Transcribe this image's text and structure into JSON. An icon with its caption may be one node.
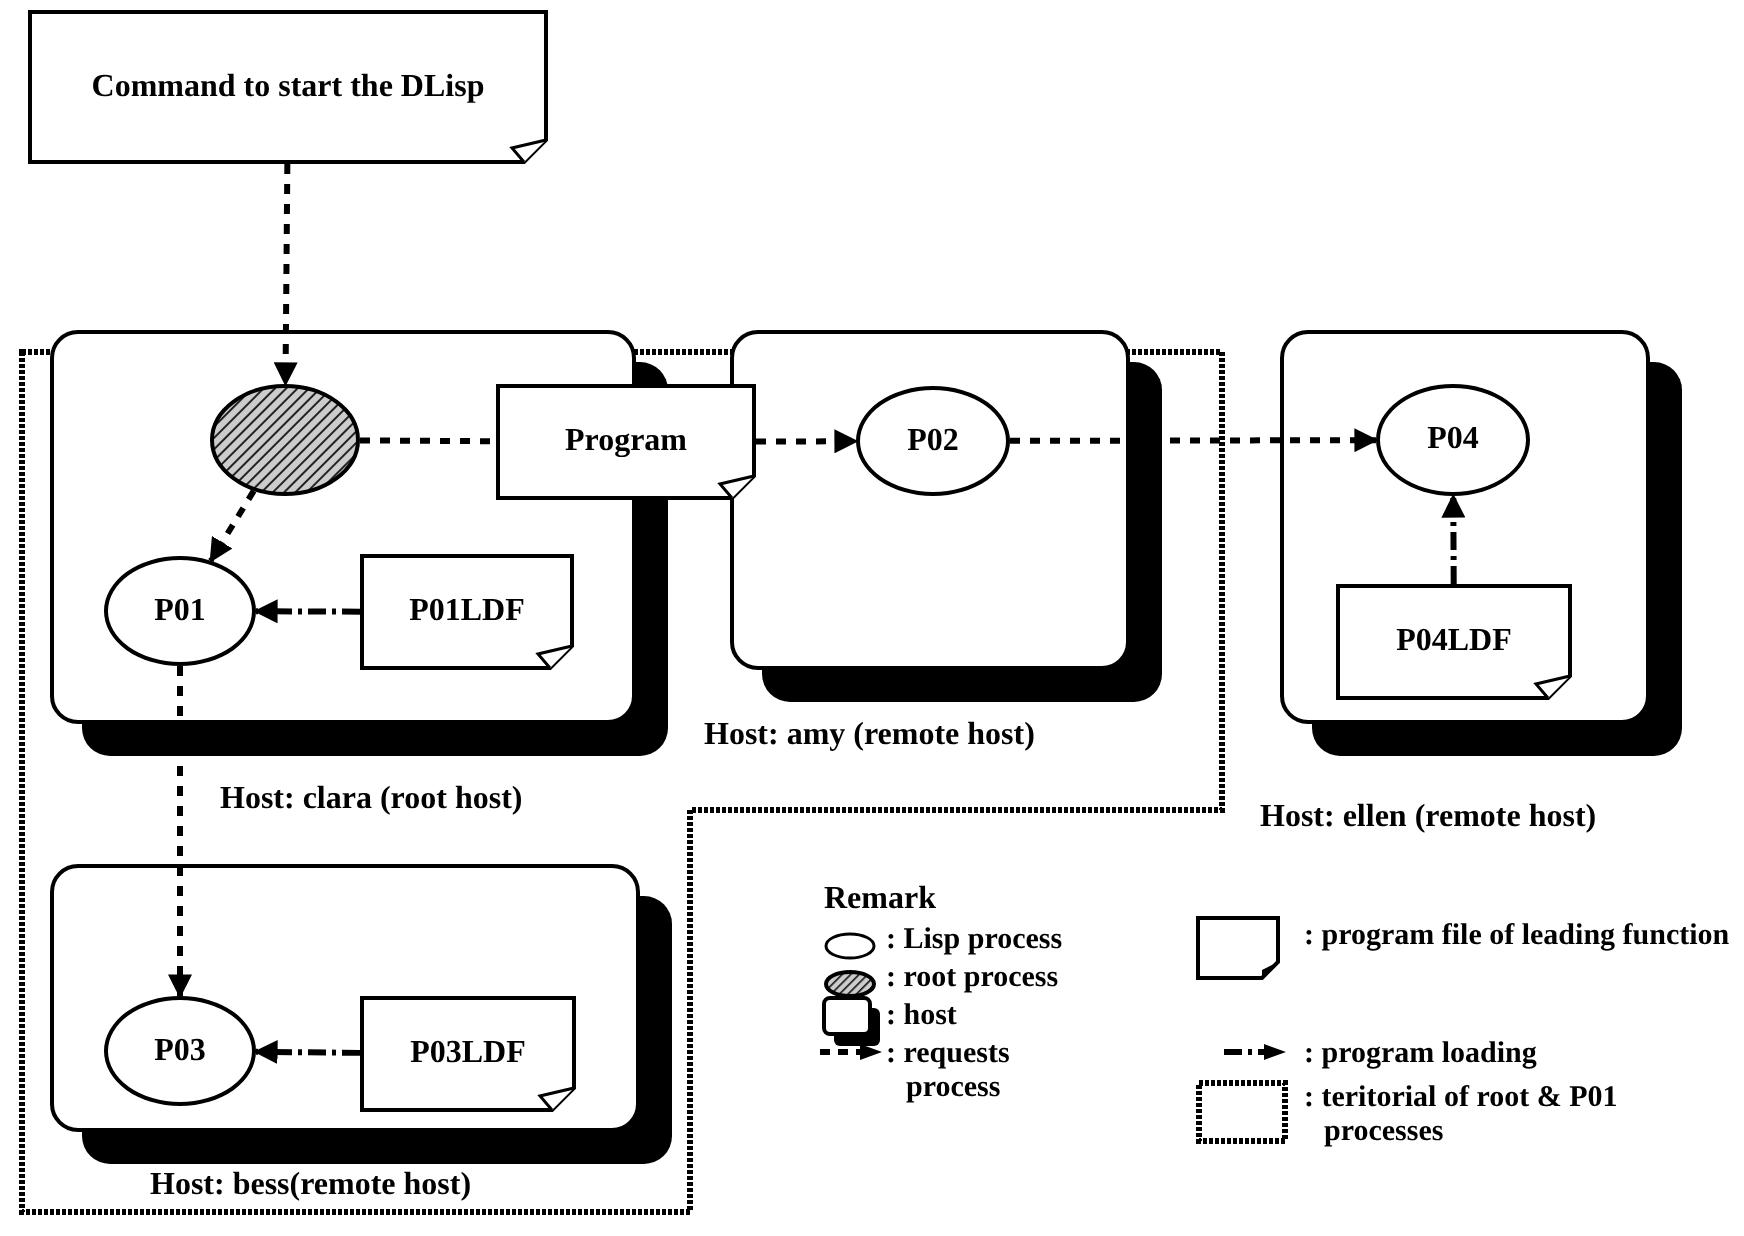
{
  "diagram": {
    "nodes": [
      {
        "text": [
          "Command to start the DLisp"
        ]
      },
      {
        "text": [
          "Host: clara (root host)"
        ]
      },
      {
        "text": [],
        "shape": "ellipse",
        "in": 1
      },
      {
        "text": [
          "Program"
        ]
      },
      {
        "text": [
          "P01"
        ],
        "in": 1
      },
      {
        "text": [
          "P01LDF"
        ],
        "in": 1
      },
      {
        "text": [
          "Host: amy (remote host)"
        ]
      },
      {
        "text": [
          "P02"
        ],
        "in": 6
      },
      {
        "text": [
          "Host: ellen (remote host)"
        ]
      },
      {
        "text": [
          "P04"
        ],
        "in": 8
      },
      {
        "text": [
          "P04LDF"
        ],
        "in": 8
      },
      {
        "text": [
          "Host: bess(remote host)"
        ]
      },
      {
        "text": [
          "P03"
        ],
        "in": 11
      },
      {
        "text": [
          "P03LDF"
        ],
        "in": 11
      }
    ],
    "edges": [
      {
        "from": 0,
        "to": 2,
        "arrow": "to",
        "style": "dashed"
      },
      {
        "from": 2,
        "to": 3,
        "arrow": "none",
        "style": "dashed"
      },
      {
        "from": 3,
        "to": 7,
        "arrow": "to",
        "style": "dashed"
      },
      {
        "from": 7,
        "to": 9,
        "arrow": "to",
        "style": "dashed"
      },
      {
        "from": 2,
        "to": 4,
        "arrow": "to",
        "style": "dashed"
      },
      {
        "from": 5,
        "to": 4,
        "arrow": "to"
      },
      {
        "from": 4,
        "to": 12,
        "arrow": "to",
        "style": "dashed"
      },
      {
        "from": 13,
        "to": 12,
        "arrow": "to"
      },
      {
        "from": 10,
        "to": 9,
        "arrow": "to"
      }
    ],
    "labels": [
      "Remark"
    ],
    "legend": [
      {
        "text": ": Lisp process"
      },
      {
        "text": ": root process"
      },
      {
        "text": ": host"
      },
      {
        "text": ": requests process"
      },
      {
        "text": ": program file of leading function"
      },
      {
        "text": ": program loading"
      },
      {
        "text": ": teritorial of root & P01 processes"
      }
    ]
  }
}
